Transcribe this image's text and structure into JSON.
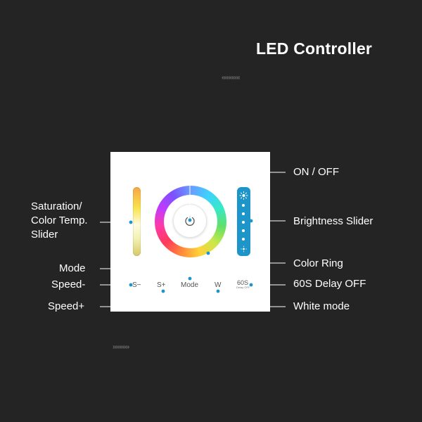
{
  "title": "LED Controller",
  "decor": {
    "chevrons_top": "‹‹‹‹‹‹‹‹‹‹‹",
    "chevrons_bottom": "››››››››››"
  },
  "panel": {
    "buttons": {
      "speed_minus": "S−",
      "speed_plus": "S+",
      "mode": "Mode",
      "white": "W",
      "delay": "60S",
      "delay_sub": "Delay OFF"
    }
  },
  "callouts": {
    "on_off": "ON / OFF",
    "brightness": "Brightness Slider",
    "saturation_1": "Saturation/",
    "saturation_2": "Color Temp.",
    "saturation_3": "Slider",
    "color_ring": "Color Ring",
    "mode": "Mode",
    "speed_minus": "Speed-",
    "delay": "60S Delay OFF",
    "speed_plus": "Speed+",
    "white_mode": "White mode"
  },
  "colors": {
    "background": "#242424",
    "accent": "#1e95c8",
    "panel": "#ffffff"
  },
  "icons": [
    "power-icon",
    "sun-icon",
    "dim-sun-icon"
  ]
}
